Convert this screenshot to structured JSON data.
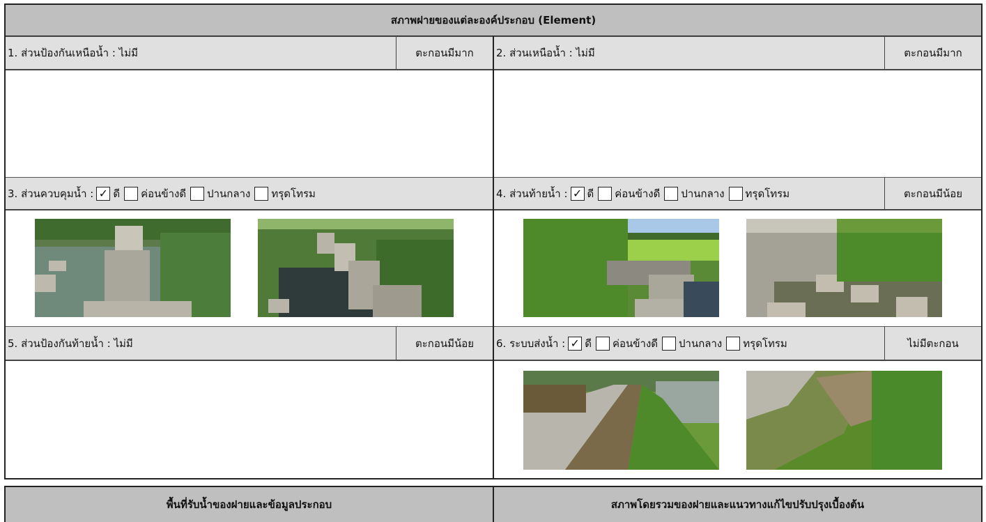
{
  "title": "สภาพฝายของแต่ละองค์ประกอบ (Element)",
  "elements": [
    {
      "label": "1. ส่วนป้องกันเหนือน้ำ : ไม่มี",
      "status": "ตะกอนมีมาก"
    },
    {
      "label": "2. ส่วนเหนือน้ำ : ไม่มี",
      "status": "ตะกอนมีมาก"
    },
    {
      "label": "3. ส่วนควบคุมน้ำ :",
      "status": ""
    },
    {
      "label": "4. ส่วนท้ายน้ำ :",
      "status": "ตะกอนมีน้อย"
    },
    {
      "label": "5. ส่วนป้องกันท้ายน้ำ : ไม่มี",
      "status": "ตะกอนมีน้อย"
    },
    {
      "label": "6. ระบบส่งน้ำ :",
      "status": "ไม่มีตะกอน"
    }
  ],
  "condition_options": [
    {
      "label": "ดี",
      "mark": "✓"
    },
    {
      "label": "ค่อนข้างดี",
      "mark": ""
    },
    {
      "label": "ปานกลาง",
      "mark": ""
    },
    {
      "label": "ทรุดโทรม",
      "mark": ""
    }
  ],
  "footer": {
    "left": "พื้นที่รับน้ำของฝายและข้อมูลประกอบ",
    "right": "สภาพโดยรวมของฝายและแนวทางแก้ไขปรับปรุงเบื้องต้น"
  },
  "colors": {
    "header_bg": "#bfbfbf",
    "row_bg": "#e0e0e0",
    "border": "#222222"
  }
}
